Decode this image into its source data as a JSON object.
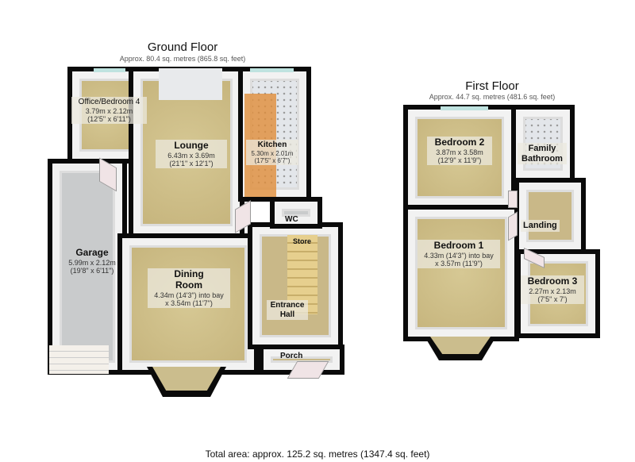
{
  "ground_floor": {
    "title": "Ground Floor",
    "area": "Approx. 80.4 sq. metres (865.8 sq. feet)",
    "rooms": [
      {
        "name": "Office/Bedroom 4",
        "dims": "3.79m x 2.12m",
        "imperial": "(12'5\" x 6'11\")"
      },
      {
        "name": "Lounge",
        "dims": "6.43m x 3.69m",
        "imperial": "(21'1\" x 12'1\")"
      },
      {
        "name": "Kitchen",
        "dims": "5.30m x 2.01m",
        "imperial": "(17'5\" x 6'7\")"
      },
      {
        "name": "Garage",
        "dims": "5.99m x 2.12m",
        "imperial": "(19'8\" x 6'11\")"
      },
      {
        "name": "Dining Room",
        "dims": "4.34m (14'3\") into bay",
        "imperial": "x 3.54m (11'7\")"
      },
      {
        "name": "WC"
      },
      {
        "name": "Store"
      },
      {
        "name": "Entrance Hall"
      },
      {
        "name": "Porch"
      }
    ]
  },
  "first_floor": {
    "title": "First Floor",
    "area": "Approx. 44.7 sq. metres (481.6 sq. feet)",
    "rooms": [
      {
        "name": "Bedroom 2",
        "dims": "3.87m x 3.58m",
        "imperial": "(12'9\" x 11'9\")"
      },
      {
        "name": "Family Bathroom"
      },
      {
        "name": "Bedroom 1",
        "dims": "4.33m (14'3\") into bay",
        "imperial": "x 3.57m (11'9\")"
      },
      {
        "name": "Landing"
      },
      {
        "name": "Bedroom 3",
        "dims": "2.27m x 2.13m",
        "imperial": "(7'5\" x 7')"
      }
    ]
  },
  "total_area": "Total area: approx. 125.2 sq. metres (1347.4 sq. feet)"
}
